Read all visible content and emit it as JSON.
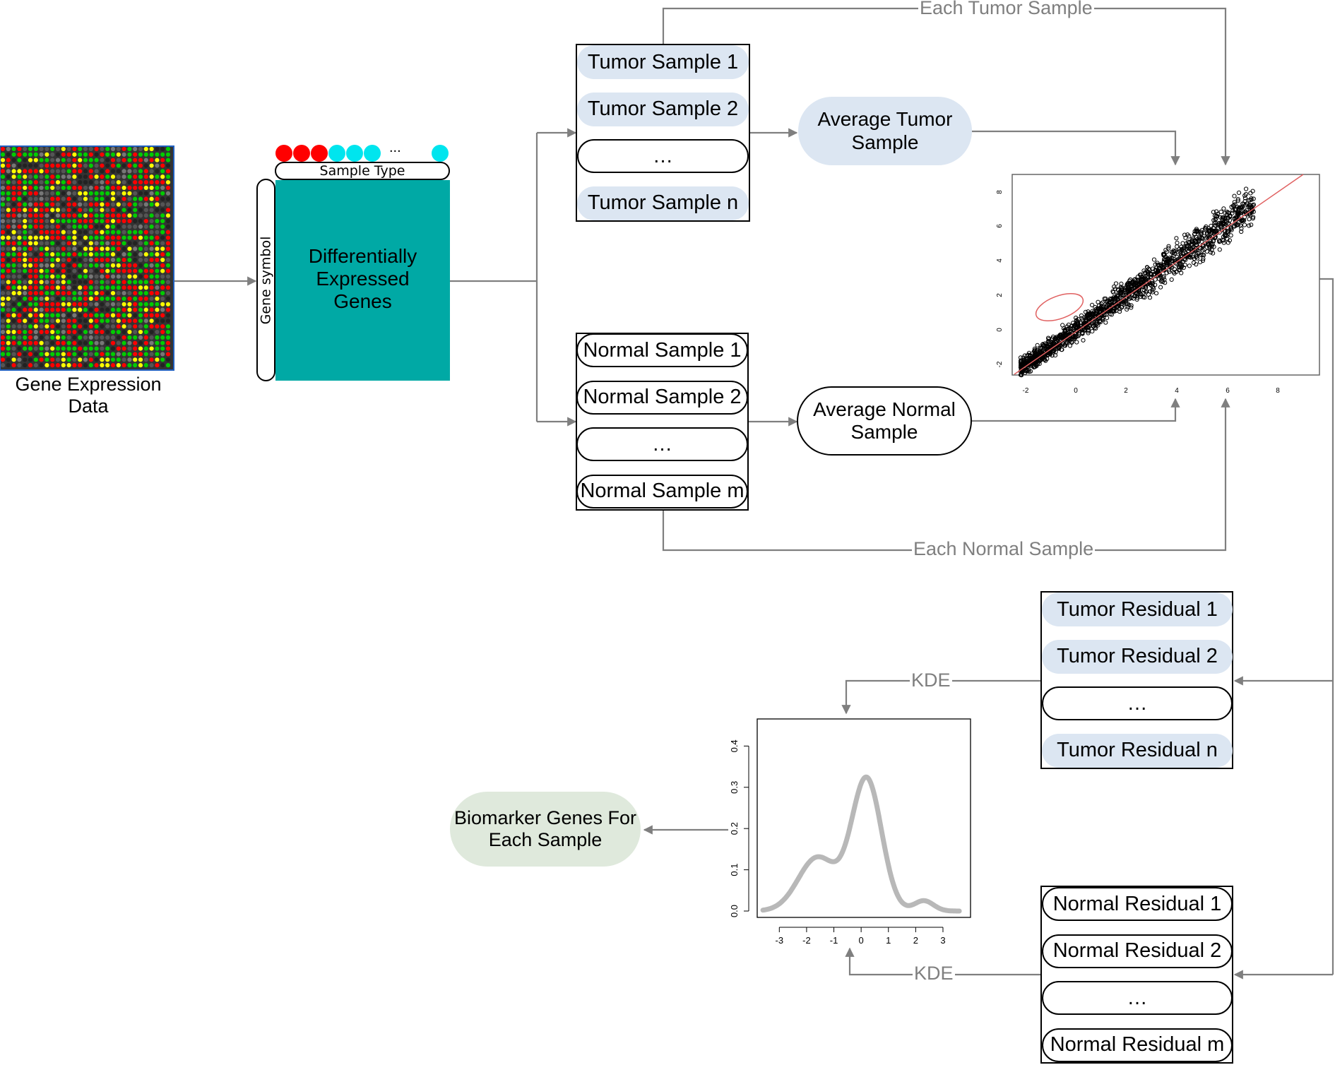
{
  "colors": {
    "teal": "#00a9a5",
    "light_blue": "#dce6f2",
    "light_green": "#dfe9dc",
    "arrow_gray": "#7f7f7f",
    "heatmap_red": "#ff0000",
    "heatmap_green": "#00cc00",
    "heatmap_yellow": "#ffff00",
    "dot_cyan": "#00e5ee"
  },
  "gene_expression": {
    "label": "Gene Expression\nData"
  },
  "matrix": {
    "sample_type_label": "Sample Type",
    "gene_symbol_label": "Gene symbol",
    "title": "Differentially\nExpressed\nGenes",
    "dots": [
      "red",
      "red",
      "red",
      "cyan",
      "cyan",
      "cyan",
      "ellipsis",
      "cyan"
    ],
    "ellipsis": "..."
  },
  "tumor_samples": [
    "Tumor Sample 1",
    "Tumor Sample 2",
    "…",
    "Tumor Sample n"
  ],
  "normal_samples": [
    "Normal Sample 1",
    "Normal Sample 2",
    "…",
    "Normal Sample m"
  ],
  "average_tumor": "Average Tumor\nSample",
  "average_normal": "Average Normal\nSample",
  "edge_labels": {
    "each_tumor": "Each Tumor Sample",
    "each_normal": "Each Normal Sample",
    "kde_top": "KDE",
    "kde_bottom": "KDE"
  },
  "tumor_residuals": [
    "Tumor Residual 1",
    "Tumor Residual 2",
    "…",
    "Tumor Residual n"
  ],
  "normal_residuals": [
    "Normal Residual 1",
    "Normal Residual 2",
    "…",
    "Normal Residual m"
  ],
  "biomarker": "Biomarker Genes For\nEach Sample",
  "scatter_plot": {
    "x_ticks": [
      "-2",
      "0",
      "2",
      "4",
      "6",
      "8"
    ],
    "y_ticks": [
      "-2",
      "0",
      "2",
      "4",
      "6",
      "8"
    ]
  },
  "density_plot": {
    "x_ticks": [
      "-3",
      "-2",
      "-1",
      "0",
      "1",
      "2",
      "3"
    ],
    "y_ticks": [
      "0.0",
      "0.1",
      "0.2",
      "0.3",
      "0.4"
    ]
  }
}
